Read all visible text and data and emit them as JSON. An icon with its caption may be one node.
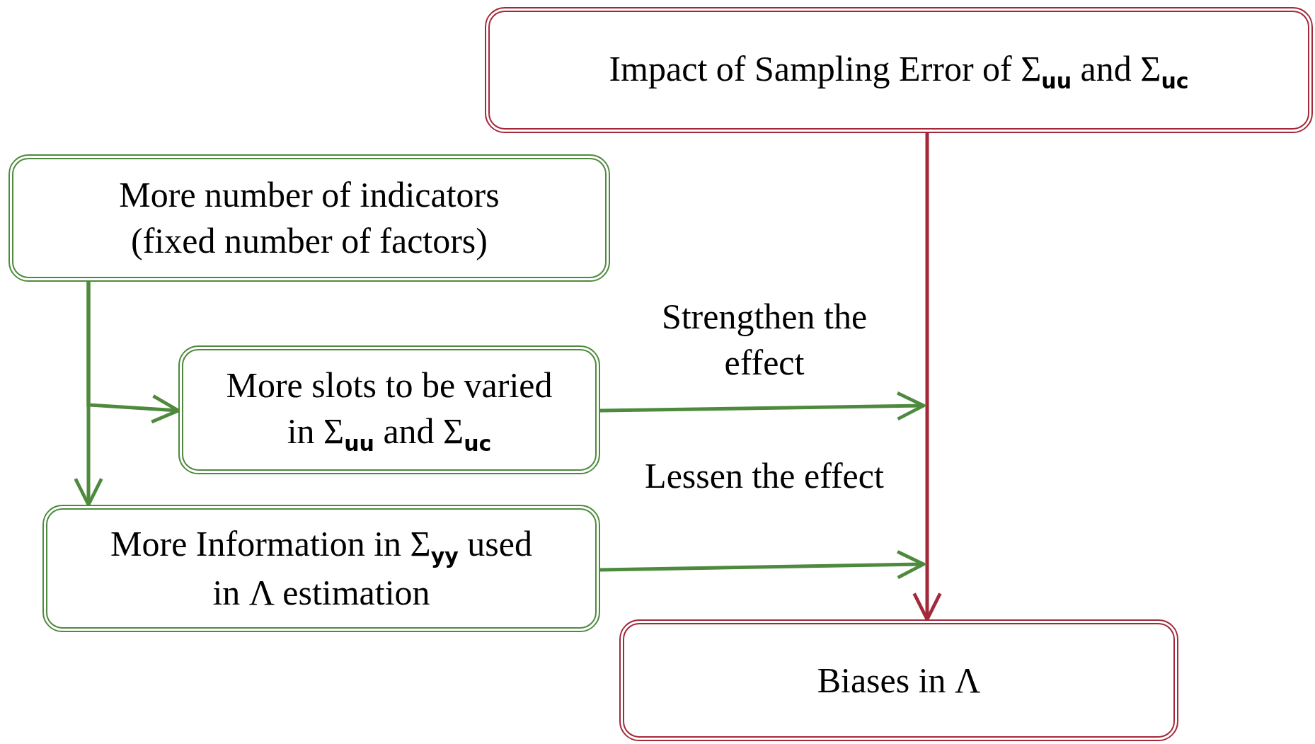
{
  "diagram": {
    "nodes": [
      {
        "text": [
          "Impact of Sampling Error of Σ$_{uu}$ and Σ$_{uc}$"
        ]
      },
      {
        "text": [
          "More number of indicators (fixed number of factors)"
        ]
      },
      {
        "text": [
          "More slots to be varied in Σ$_{uu}$ and Σ$_{uc}$"
        ]
      },
      {
        "text": [
          "More Information in Σ$_{yy}$ used in Λ estimation"
        ]
      },
      {
        "text": [
          "Biases in Λ"
        ]
      }
    ],
    "edges": [
      {
        "from": 0,
        "to": 4,
        "arrow": "to",
        "color": "#a3293a"
      },
      {
        "from": 1,
        "to": 2,
        "arrow": "to"
      },
      {
        "from": 1,
        "to": 3,
        "arrow": "to"
      },
      {
        "from": 2,
        "to": null,
        "arrow": "to",
        "label": "Strengthen the effect"
      },
      {
        "from": 3,
        "to": null,
        "arrow": "to",
        "label": "Lessen the effect"
      }
    ]
  }
}
